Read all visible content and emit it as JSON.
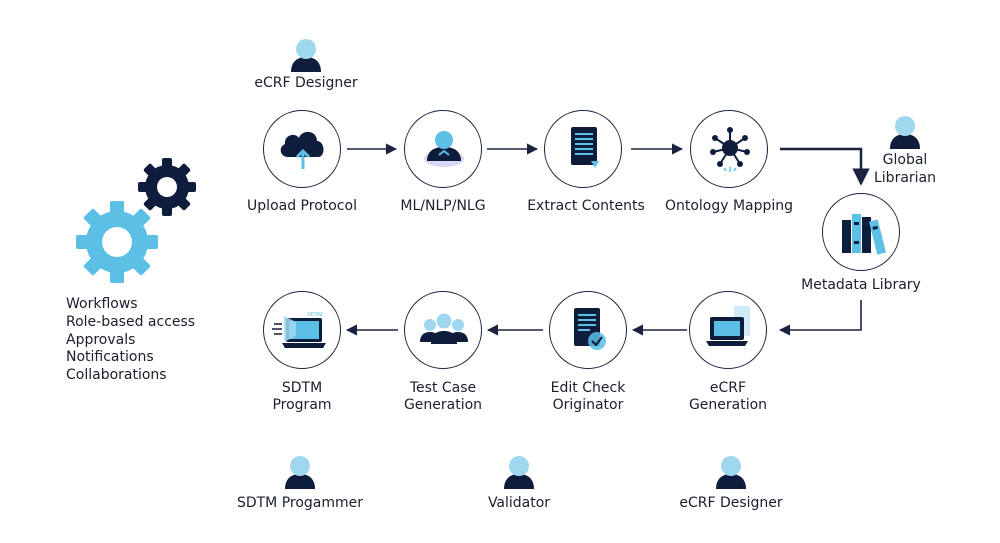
{
  "colors": {
    "navy": "#0f1d3d",
    "light_blue": "#5bbfe6",
    "text": "#1a1f2e"
  },
  "features": [
    "Workflows",
    "Role-based access",
    "Approvals",
    "Notifications",
    "Collaborations"
  ],
  "roles": {
    "ecrf_designer_top": "eCRF Designer",
    "global_librarian_1": "Global",
    "global_librarian_2": "Librarian",
    "sdtm_programmer": "SDTM Progammer",
    "validator": "Validator",
    "ecrf_designer_bottom": "eCRF Designer"
  },
  "steps": {
    "upload_protocol": {
      "label": "Upload Protocol",
      "icon": "cloud-upload-icon"
    },
    "ml_nlp_nlg": {
      "label": "ML/NLP/NLG",
      "icon": "user-ai-icon"
    },
    "extract_contents": {
      "label": "Extract Contents",
      "icon": "document-icon"
    },
    "ontology_mapping": {
      "label": "Ontology Mapping",
      "icon": "network-icon"
    },
    "metadata_library": {
      "label": "Metadata Library",
      "icon": "books-icon"
    },
    "ecrf_generation": {
      "label_1": "eCRF",
      "label_2": "Generation",
      "icon": "laptop-form-icon"
    },
    "edit_check_originator": {
      "label_1": "Edit Check",
      "label_2": "Originator",
      "icon": "document-check-icon"
    },
    "test_case_generation": {
      "label_1": "Test Case",
      "label_2": "Generation",
      "icon": "team-icon"
    },
    "sdtm_program": {
      "label_1": "SDTM",
      "label_2": "Program",
      "icon": "laptop-sdtm-icon",
      "badge": "SDTM"
    }
  }
}
